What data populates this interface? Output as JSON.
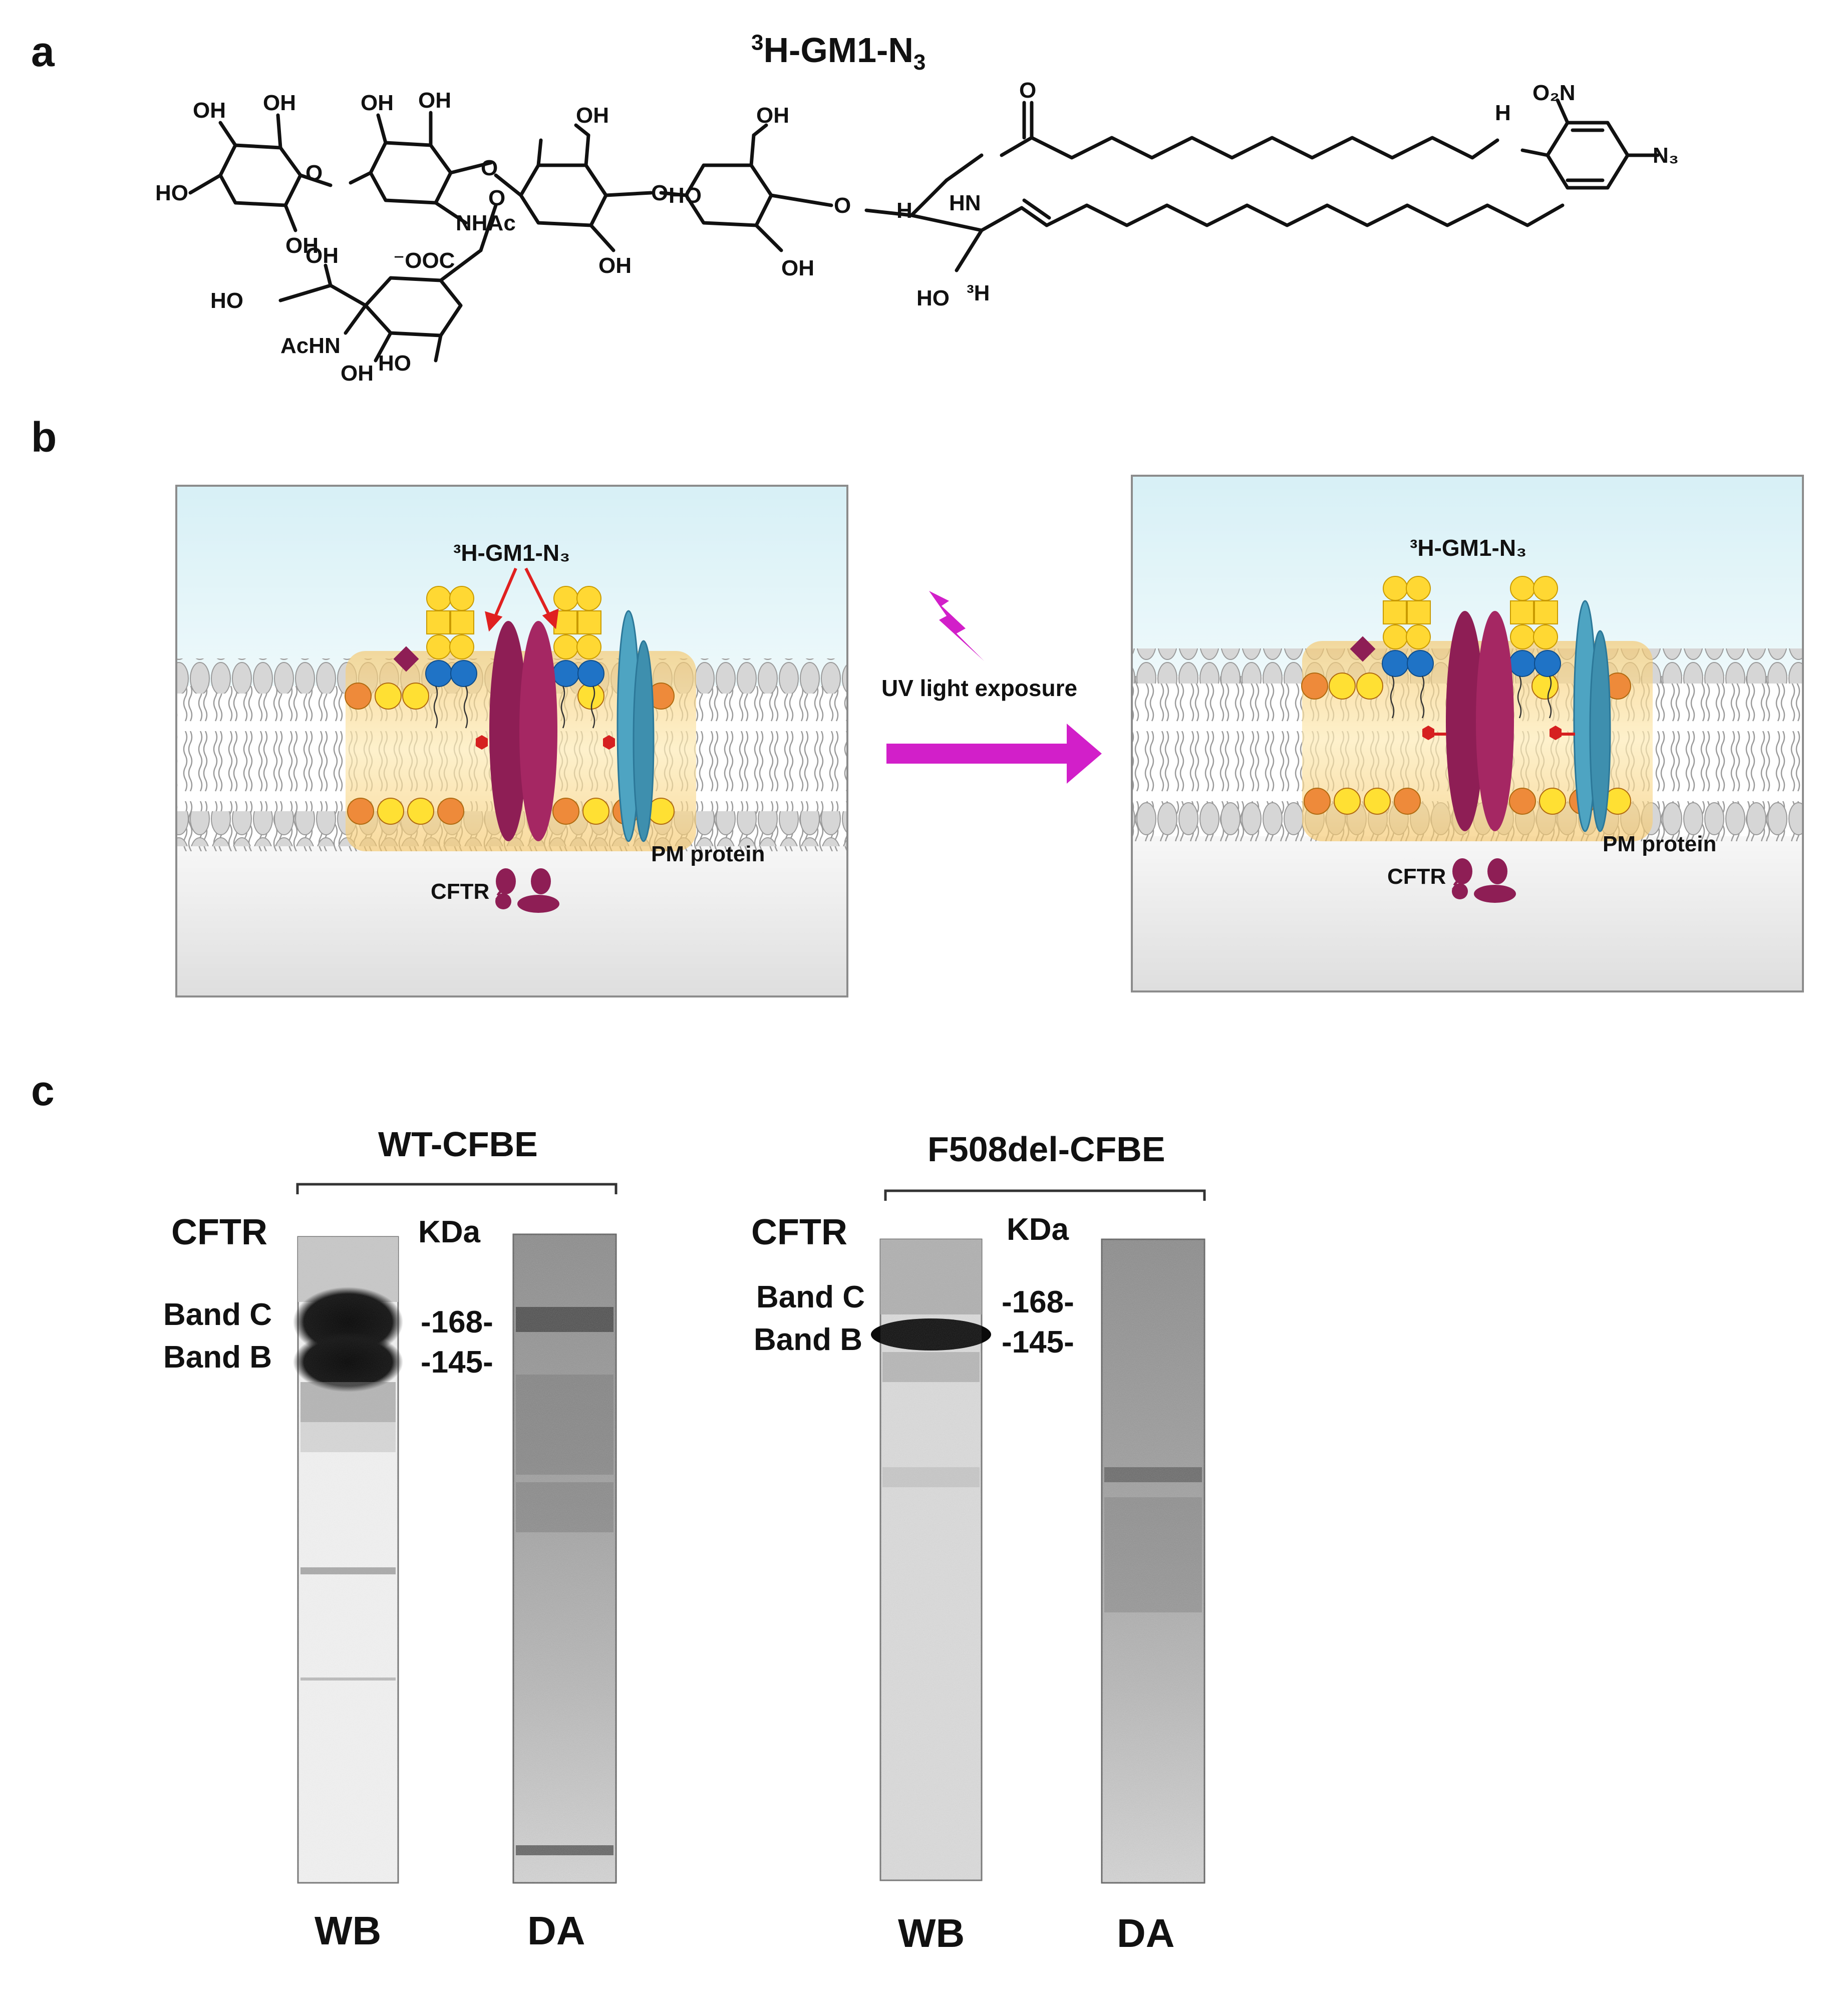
{
  "panels": {
    "a": "a",
    "b": "b",
    "c": "c"
  },
  "panel_a": {
    "title_sup": "3",
    "title_main": "H-GM1-N",
    "title_sub": "3",
    "atoms": {
      "oh": "OH",
      "ho": "HO",
      "nhac": "NHAc",
      "achn": "AcHN",
      "ooc": "⁻OOC",
      "hn": "HN",
      "o": "O",
      "h": "H",
      "tritium": "³H",
      "o2n": "O₂N",
      "n3": "N₃"
    }
  },
  "panel_b": {
    "label_left": "³H-GM1-N₃",
    "label_right": "³H-GM1-N₃",
    "cftr": "CFTR",
    "pm_protein": "PM protein",
    "uv_label": "UV light exposure",
    "colors": {
      "top_bg": "#dff3f7",
      "bottom_bg": "#ececec",
      "cftr": "#8e1e55",
      "pm_protein": "#4ea4c2",
      "raft": "#f3c35b",
      "arrow": "#d21fc9",
      "headgroup_grey": "#d2d2d2",
      "blue_bead": "#1f73c6",
      "yellow_bead": "#ffe033",
      "orange_bead": "#ee8a3a",
      "marker": "#d62020"
    }
  },
  "panel_c": {
    "groups": [
      {
        "header": "WT-CFBE",
        "cftr": "CFTR",
        "kda": "KDa",
        "band_c": "Band C",
        "band_b": "Band B",
        "m168": "-168-",
        "m145": "-145-",
        "wb": "WB",
        "da": "DA"
      },
      {
        "header": "F508del-CFBE",
        "cftr": "CFTR",
        "kda": "KDa",
        "band_c": "Band C",
        "band_b": "Band B",
        "m168": "-168-",
        "m145": "-145-",
        "wb": "WB",
        "da": "DA"
      }
    ]
  }
}
